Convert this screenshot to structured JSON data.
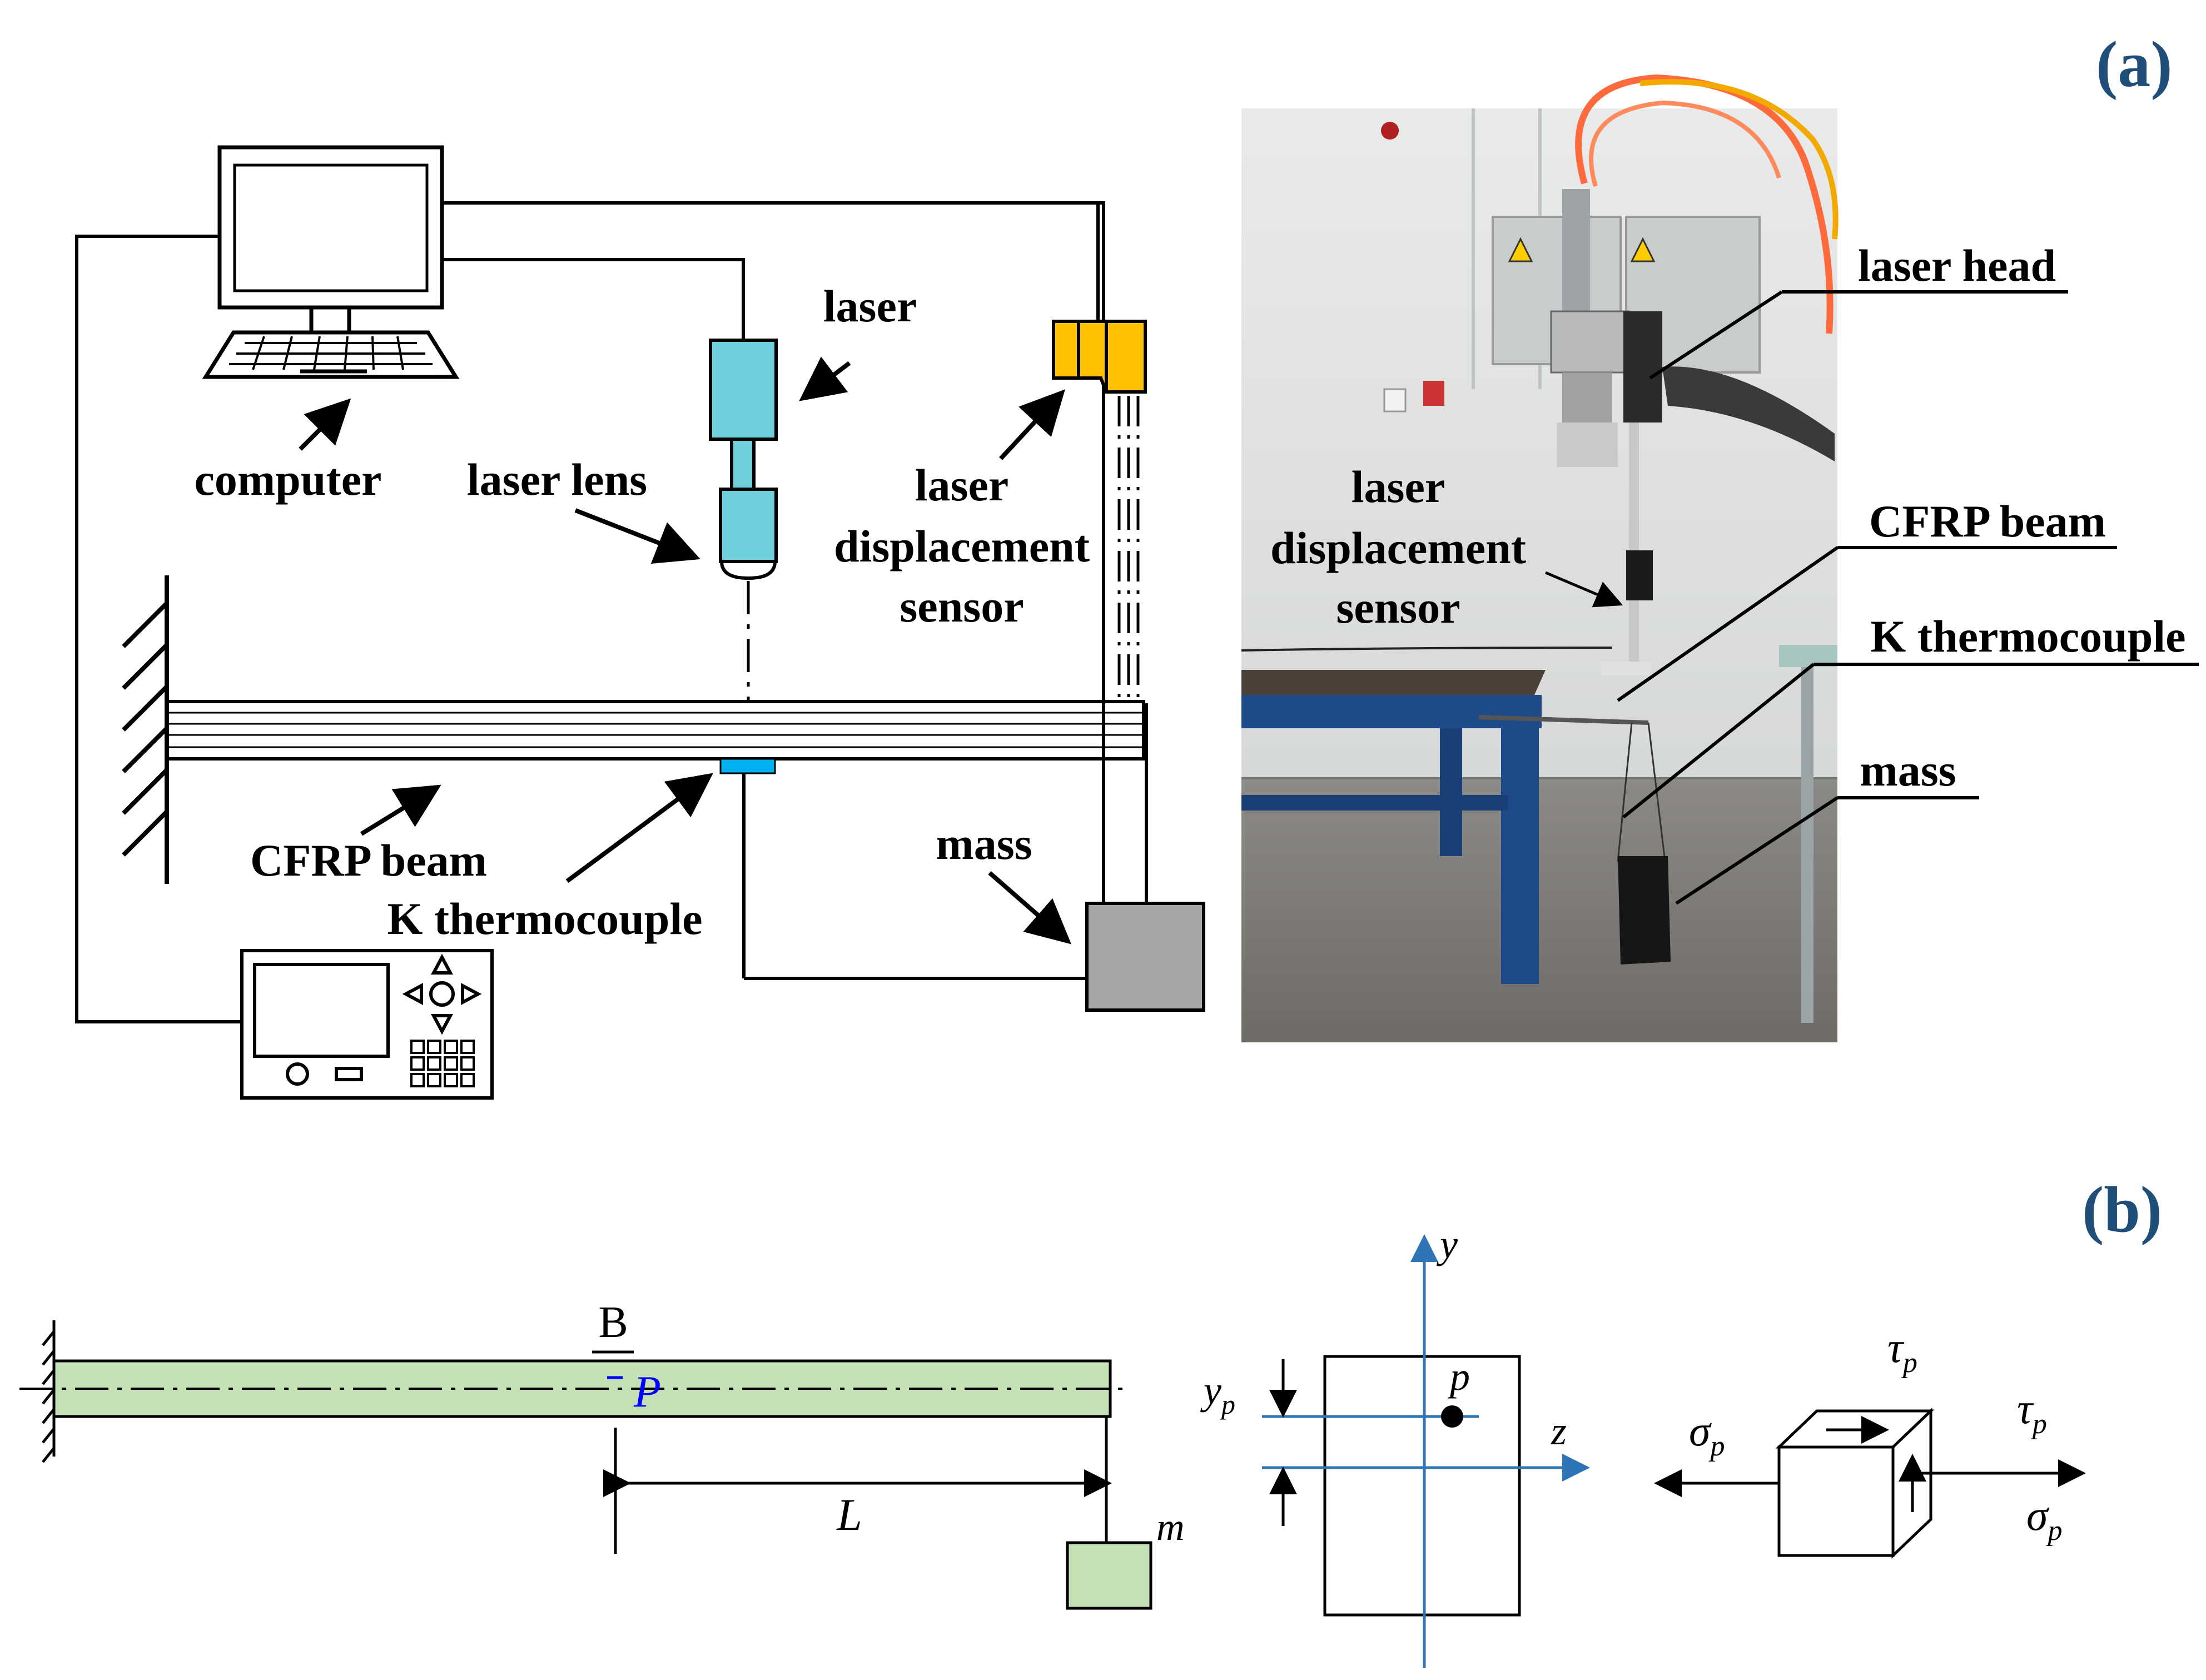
{
  "panel_a": {
    "tag": "(a)",
    "labels": {
      "computer": "computer",
      "laser": "laser",
      "laser_lens": "laser lens",
      "laser_disp_1": "laser",
      "laser_disp_2": "displacement",
      "laser_disp_3": "sensor",
      "cfrp_beam": "CFRP beam",
      "k_thermocouple": "K thermocouple",
      "mass": "mass"
    },
    "photo_labels": {
      "laser_head": "laser head",
      "laser_disp_1": "laser",
      "laser_disp_2": "displacement",
      "laser_disp_3": "sensor",
      "cfrp_beam": "CFRP beam",
      "k_thermocouple": "K thermocouple",
      "mass": "mass"
    },
    "colors": {
      "laser_body": "#6fcfdc",
      "sensor_body": "#ffc000",
      "thermocouple": "#00b0f0",
      "mass_block": "#a6a6a6"
    }
  },
  "panel_b": {
    "tag": "(b)",
    "point_B": "B",
    "point_P": "P",
    "length": "L",
    "mass": "m",
    "axis_y": "y",
    "axis_z": "z",
    "point_p": "p",
    "yp_base": "y",
    "yp_sub": "p",
    "sigma": "σ",
    "tau": "τ",
    "sub_p": "p",
    "colors": {
      "beam_fill": "#c5e0b4",
      "axis": "#2e75b6",
      "point_P": "#0000ff"
    }
  }
}
